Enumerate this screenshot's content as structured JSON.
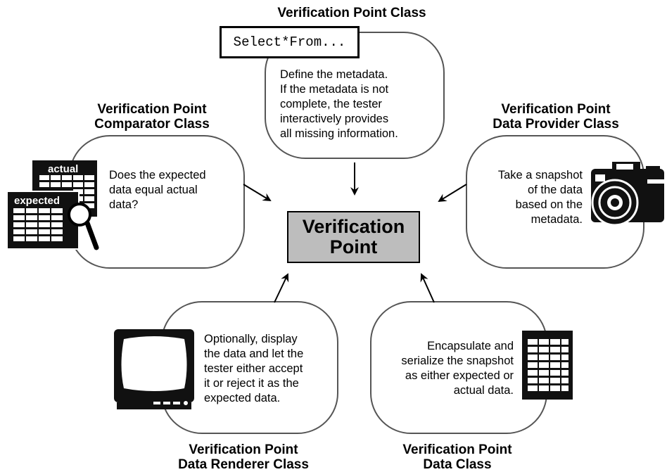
{
  "top": {
    "title": "Verification Point Class",
    "query": "Select*From...",
    "lines": [
      "Define the metadata.",
      "If the metadata is not",
      "complete, the tester",
      "interactively provides",
      "all missing information."
    ]
  },
  "comparator": {
    "title_lines": [
      "Verification Point",
      "Comparator Class"
    ],
    "lines": [
      "Does the expected",
      "data equal actual",
      "data?"
    ],
    "actual_label": "actual",
    "expected_label": "expected"
  },
  "provider": {
    "title_lines": [
      "Verification Point",
      "Data Provider Class"
    ],
    "lines": [
      "Take a snapshot",
      "of the data",
      "based on the",
      "metadata."
    ]
  },
  "center": {
    "lines": [
      "Verification",
      "Point"
    ]
  },
  "renderer": {
    "title_lines": [
      "Verification Point",
      "Data Renderer Class"
    ],
    "lines": [
      "Optionally, display",
      "the data and let the",
      "tester either accept",
      "it or reject it as the",
      "expected data."
    ]
  },
  "dataclass": {
    "title_lines": [
      "Verification Point",
      "Data Class"
    ],
    "lines": [
      "Encapsulate and",
      "serialize the snapshot",
      "as either expected or",
      "actual data."
    ]
  },
  "icons": [
    "table-icon",
    "magnifier-icon",
    "camera-icon",
    "monitor-icon",
    "spreadsheet-icon"
  ]
}
